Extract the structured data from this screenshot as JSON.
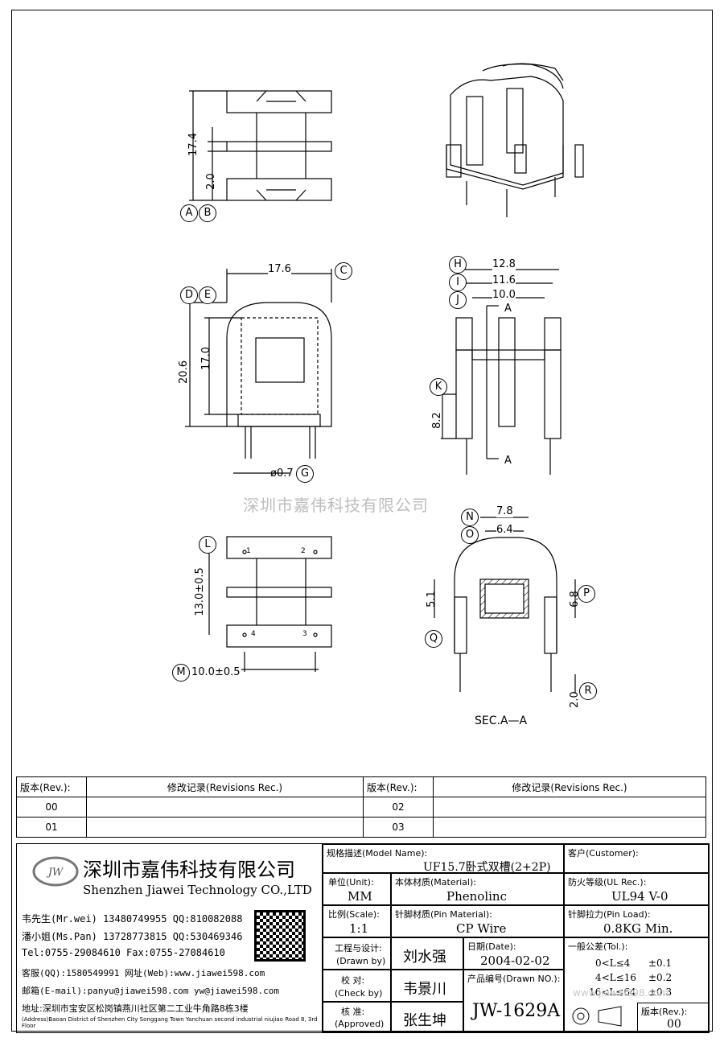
{
  "watermark": "深圳市嘉伟科技有限公司",
  "drawing": {
    "dims": {
      "d17_4": "17.4",
      "d2_0a": "2.0",
      "d17_6": "17.6",
      "d20_6": "20.6",
      "d17_0": "17.0",
      "d0_7": "ø0.7",
      "d12_8": "12.8",
      "d11_6": "11.6",
      "d10_0": "10.0",
      "d8_2": "8.2",
      "secA1": "A",
      "secA2": "A",
      "d13_0": "13.0±0.5",
      "d10_0b": "10.0±0.5",
      "d7_8": "7.8",
      "d6_4": "6.4",
      "d5_1": "5.1",
      "d6_8": "6.8",
      "d2_0b": "2.0",
      "section": "SEC.A—A"
    },
    "pins": {
      "p1": "1",
      "p2": "2",
      "p3": "3",
      "p4": "4"
    },
    "markers": {
      "A": "A",
      "B": "B",
      "C": "C",
      "D": "D",
      "E": "E",
      "G": "G",
      "H": "H",
      "I": "I",
      "J": "J",
      "K": "K",
      "L": "L",
      "M": "M",
      "N": "N",
      "O": "O",
      "P": "P",
      "Q": "Q",
      "R": "R"
    }
  },
  "revisions": {
    "h_rev1": "版本(Rev.):",
    "h_rec1": "修改记录(Revisions Rec.)",
    "h_rev2": "版本(Rev.):",
    "h_rec2": "修改记录(Revisions Rec.)",
    "r1a": "00",
    "r1b": "02",
    "r2a": "01",
    "r2b": "03"
  },
  "company": {
    "name_cn": "深圳市嘉伟科技有限公司",
    "name_en": "Shenzhen Jiawei Technology CO.,LTD",
    "logo": "JW",
    "contacts": [
      "韦先生(Mr.wei) 13480749955 QQ:810082088",
      "潘小姐(Ms.Pan) 13728773815 QQ:530469346",
      "Tel:0755-29084610    Fax:0755-27084610",
      "客服(QQ):1580549991   网址(Web):www.jiawei598.com",
      "邮箱(E-mail):panyu@jiawei598.com  yw@jiawei598.com"
    ],
    "address": "地址:深圳市宝安区松岗镇燕川社区第二工业牛角路8栋3楼",
    "address_en": "(Address)Baoan District of Shenzhen City Songgang Town Yanchuan second industrial niujiao Road 8, 3rd Floor"
  },
  "title_block": {
    "model_label": "规格描述(Model Name):",
    "model_value": "UF15.7卧式双槽(2+2P)",
    "customer_label": "客户(Customer):",
    "unit_label": "单位(Unit):",
    "unit_value": "MM",
    "material_label": "本体材质(Material):",
    "material_value": "Phenolinc",
    "ul_label": "防火等级(UL Rec.):",
    "ul_value": "UL94 V-0",
    "scale_label": "比例(Scale):",
    "scale_value": "1:1",
    "pin_mat_label": "针脚材质(Pin Material):",
    "pin_mat_value": "CP Wire",
    "pin_load_label": "针脚拉力(Pin Load):",
    "pin_load_value": "0.8KG Min.",
    "drawn_label": "工程与设计:",
    "drawn_label_en": "(Drawn by)",
    "drawn_value": "刘水强",
    "date_label": "日期(Date):",
    "date_value": "2004-02-02",
    "check_label": "校  对:",
    "check_label_en": "(Check by)",
    "check_value": "韦景川",
    "drawn_no_label": "产品编号(Drawn NO.):",
    "drawn_no_value": "JW-1629A",
    "approved_label": "核  准:",
    "approved_label_en": "(Approved)",
    "approved_value": "张生坤",
    "tol_label": "一般公差(Tol.):",
    "tol_rows": [
      {
        "range": "0<L≤4",
        "tol": "±0.1"
      },
      {
        "range": "4<L≤16",
        "tol": "±0.2"
      },
      {
        "range": "16<L≤64",
        "tol": "±0.3"
      }
    ],
    "rev_label": "版本(Rev.):",
    "rev_value": "00",
    "site_watermark": "www.jiawei598.com"
  }
}
